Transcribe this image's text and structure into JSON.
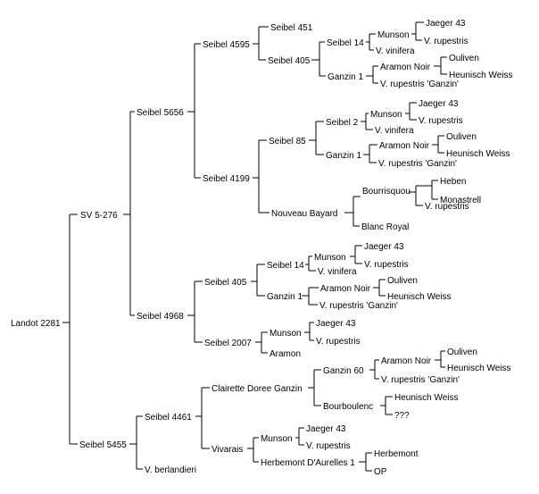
{
  "pedigree": {
    "root": "Landot 2281",
    "father": "SV 5-276",
    "mother": "Seibel 5455",
    "sv5276": {
      "father": "Seibel 5656",
      "mother": "Seibel 4968"
    },
    "seibel5656": {
      "father": "Seibel 4595",
      "mother": "Seibel 4199"
    },
    "seibel4595": {
      "father": "Seibel 451",
      "mother": "Seibel 405"
    },
    "seibel405_a": {
      "father": "Seibel 14",
      "mother": "Ganzin 1"
    },
    "seibel14_a": {
      "father": "Munson",
      "mother": "V. vinifera"
    },
    "munson_a": {
      "father": "Jaeger 43",
      "mother": "V. rupestris"
    },
    "ganzin1_a": {
      "father": "Aramon Noir",
      "mother": "V. rupestris 'Ganzin'"
    },
    "aramon_noir_a": {
      "father": "Ouliven",
      "mother": "Heunisch Weiss"
    },
    "seibel4199": {
      "father": "Seibel 85",
      "mother": "Nouveau Bayard"
    },
    "seibel85": {
      "father": "Seibel 2",
      "mother": "Ganzin 1"
    },
    "seibel2": {
      "father": "Munson",
      "mother": "V. vinifera"
    },
    "munson_b": {
      "father": "Jaeger 43",
      "mother": "V. rupestris"
    },
    "ganzin1_b": {
      "father": "Aramon Noir",
      "mother": "V. rupestris 'Ganzin'"
    },
    "aramon_noir_b": {
      "father": "Ouliven",
      "mother": "Heunisch Weiss"
    },
    "nouveau_bayard": {
      "father": "Bourrisquou",
      "mother": "Blanc Royal"
    },
    "bourrisquou": {
      "father": "V. rupestris",
      "mother": "Heben",
      "mother2": "Monastrell"
    },
    "seibel4968": {
      "father": "Seibel 405",
      "mother": "Seibel 2007"
    },
    "seibel405_b": {
      "father": "Seibel 14",
      "mother": "Ganzin 1"
    },
    "seibel14_b": {
      "father": "Munson",
      "mother": "V. vinifera"
    },
    "munson_c": {
      "father": "Jaeger 43",
      "mother": "V. rupestris"
    },
    "ganzin1_c": {
      "father": "Aramon Noir",
      "mother": "V. rupestris 'Ganzin'"
    },
    "aramon_noir_c": {
      "father": "Ouliven",
      "mother": "Heunisch Weiss"
    },
    "seibel2007": {
      "father": "Munson",
      "mother": "Aramon"
    },
    "munson_d": {
      "father": "Jaeger 43",
      "mother": "V. rupestris"
    },
    "seibel5455": {
      "father": "Seibel 4461",
      "mother": "V. berlandieri"
    },
    "seibel4461": {
      "father": "Clairette Doree Ganzin",
      "mother": "Vivarais"
    },
    "clairette": {
      "father": "Ganzin 60",
      "mother": "Bourboulenc"
    },
    "ganzin60": {
      "father": "Aramon Noir",
      "mother": "V. rupestris 'Ganzin'"
    },
    "aramon_noir_d": {
      "father": "Ouliven",
      "mother": "Heunisch Weiss"
    },
    "bourboulenc": {
      "father": "Heunisch Weiss",
      "mother": "???"
    },
    "vivarais": {
      "father": "Munson",
      "mother": "Herbemont D'Aurelles 1"
    },
    "munson_e": {
      "father": "Jaeger 43",
      "mother": "V. rupestris"
    },
    "herbemont_daurelles": {
      "father": "Herbemont",
      "mother": "OP"
    }
  }
}
